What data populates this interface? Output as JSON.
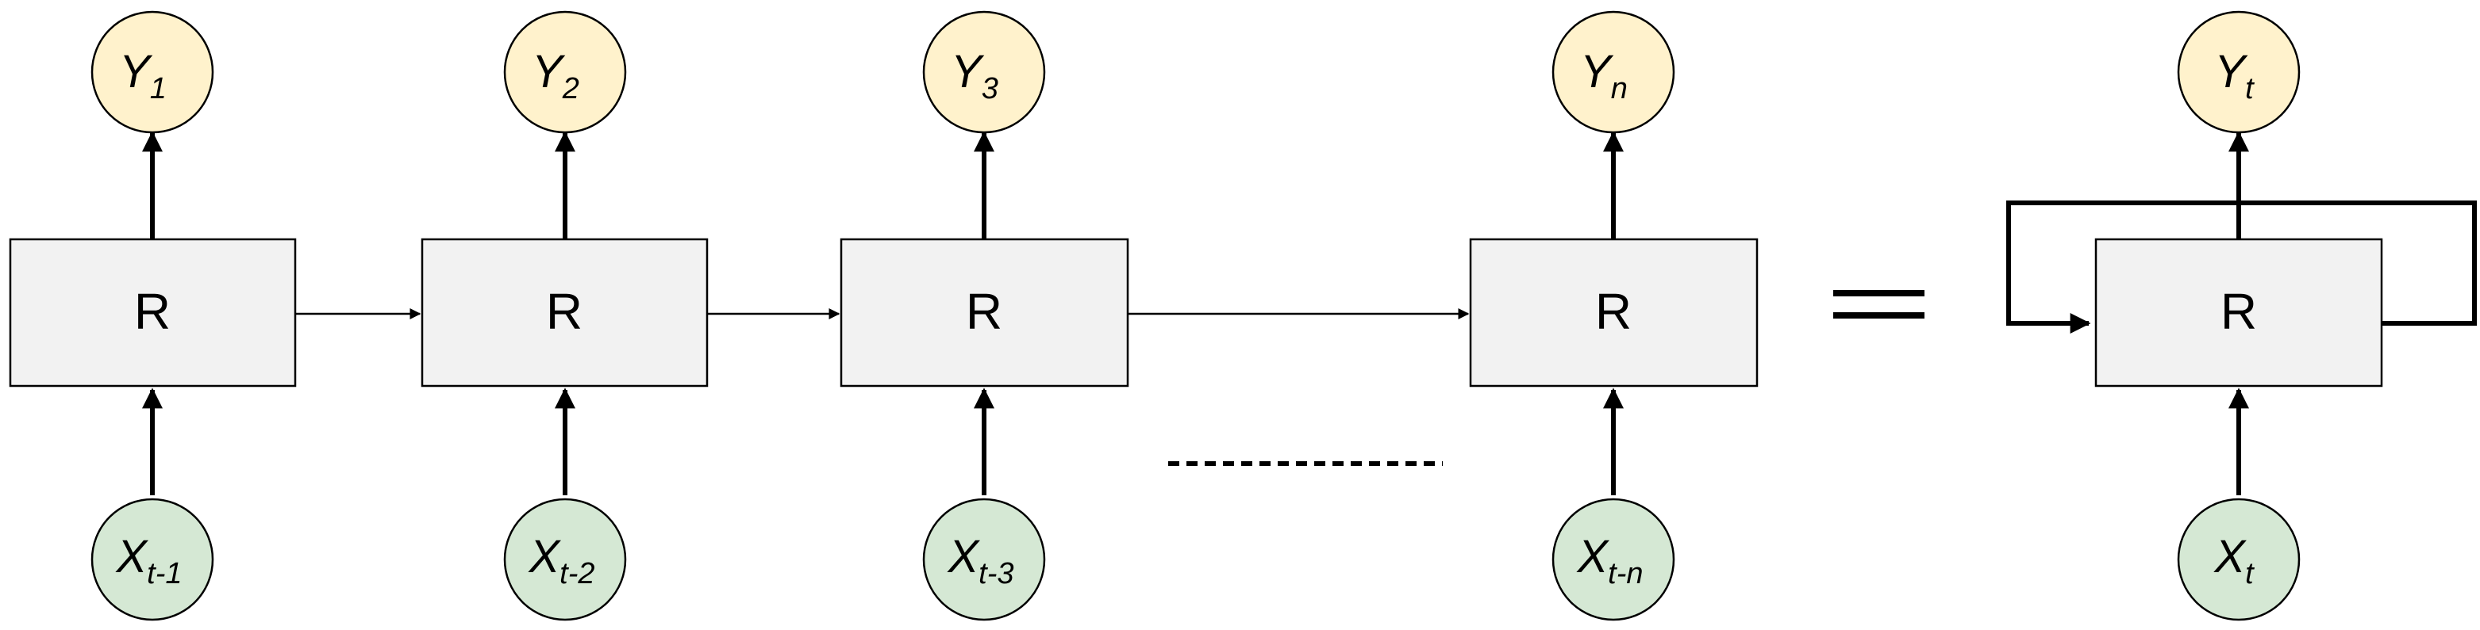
{
  "cells": [
    {
      "label": "R",
      "out": {
        "base": "Y",
        "sub": "1"
      },
      "in": {
        "base": "X",
        "sub": "t-1"
      }
    },
    {
      "label": "R",
      "out": {
        "base": "Y",
        "sub": "2"
      },
      "in": {
        "base": "X",
        "sub": "t-2"
      }
    },
    {
      "label": "R",
      "out": {
        "base": "Y",
        "sub": "3"
      },
      "in": {
        "base": "X",
        "sub": "t-3"
      }
    },
    {
      "label": "R",
      "out": {
        "base": "Y",
        "sub": "n"
      },
      "in": {
        "base": "X",
        "sub": "t-n"
      }
    }
  ],
  "rolled": {
    "label": "R",
    "out": {
      "base": "Y",
      "sub": "t"
    },
    "in": {
      "base": "X",
      "sub": "t"
    }
  },
  "colors": {
    "box_fill": "#f2f2f2",
    "output_fill": "#fff2cc",
    "input_fill": "#d5e8d4",
    "stroke": "#000000"
  }
}
